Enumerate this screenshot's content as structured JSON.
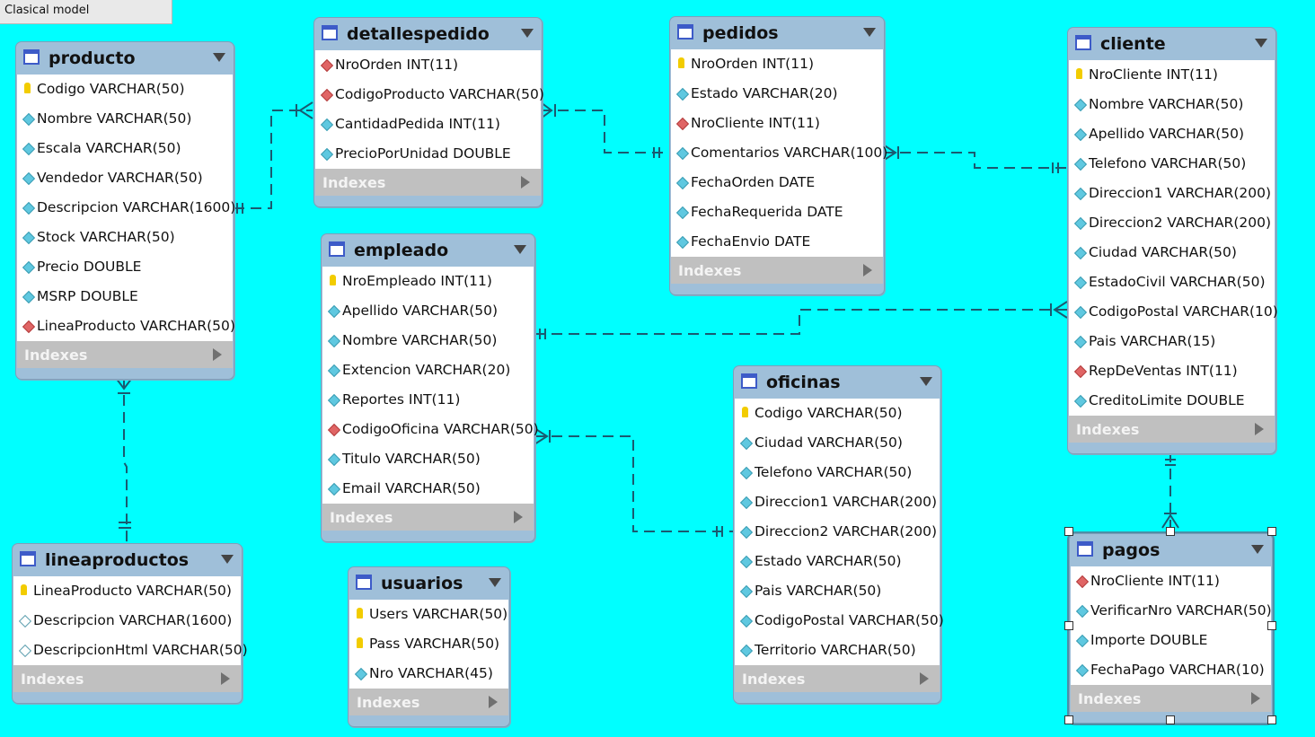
{
  "tab_title": "Clasical model",
  "indexes_label": "Indexes",
  "tables": {
    "producto": {
      "name": "producto",
      "columns": [
        {
          "text": "Codigo VARCHAR(50)",
          "icon": "pk"
        },
        {
          "text": "Nombre VARCHAR(50)",
          "icon": "nn"
        },
        {
          "text": "Escala VARCHAR(50)",
          "icon": "nn"
        },
        {
          "text": "Vendedor VARCHAR(50)",
          "icon": "nn"
        },
        {
          "text": "Descripcion VARCHAR(1600)",
          "icon": "nn"
        },
        {
          "text": "Stock VARCHAR(50)",
          "icon": "nn"
        },
        {
          "text": "Precio DOUBLE",
          "icon": "nn"
        },
        {
          "text": "MSRP DOUBLE",
          "icon": "nn"
        },
        {
          "text": "LineaProducto VARCHAR(50)",
          "icon": "fk"
        }
      ]
    },
    "detallespedido": {
      "name": "detallespedido",
      "columns": [
        {
          "text": "NroOrden INT(11)",
          "icon": "fk"
        },
        {
          "text": "CodigoProducto VARCHAR(50)",
          "icon": "fk"
        },
        {
          "text": "CantidadPedida INT(11)",
          "icon": "nn"
        },
        {
          "text": "PrecioPorUnidad DOUBLE",
          "icon": "nn"
        }
      ]
    },
    "pedidos": {
      "name": "pedidos",
      "columns": [
        {
          "text": "NroOrden INT(11)",
          "icon": "pk"
        },
        {
          "text": "Estado VARCHAR(20)",
          "icon": "nn"
        },
        {
          "text": "NroCliente INT(11)",
          "icon": "fk"
        },
        {
          "text": "Comentarios VARCHAR(100)",
          "icon": "nn"
        },
        {
          "text": "FechaOrden DATE",
          "icon": "nn"
        },
        {
          "text": "FechaRequerida DATE",
          "icon": "nn"
        },
        {
          "text": "FechaEnvio DATE",
          "icon": "nn"
        }
      ]
    },
    "cliente": {
      "name": "cliente",
      "columns": [
        {
          "text": "NroCliente INT(11)",
          "icon": "pk"
        },
        {
          "text": "Nombre VARCHAR(50)",
          "icon": "nn"
        },
        {
          "text": "Apellido VARCHAR(50)",
          "icon": "nn"
        },
        {
          "text": "Telefono VARCHAR(50)",
          "icon": "nn"
        },
        {
          "text": "Direccion1 VARCHAR(200)",
          "icon": "nn"
        },
        {
          "text": "Direccion2 VARCHAR(200)",
          "icon": "nn"
        },
        {
          "text": "Ciudad VARCHAR(50)",
          "icon": "nn"
        },
        {
          "text": "EstadoCivil VARCHAR(50)",
          "icon": "nn"
        },
        {
          "text": "CodigoPostal VARCHAR(10)",
          "icon": "nn"
        },
        {
          "text": "Pais VARCHAR(15)",
          "icon": "nn"
        },
        {
          "text": "RepDeVentas INT(11)",
          "icon": "fk"
        },
        {
          "text": "CreditoLimite DOUBLE",
          "icon": "nn"
        }
      ]
    },
    "empleado": {
      "name": "empleado",
      "columns": [
        {
          "text": "NroEmpleado INT(11)",
          "icon": "pk"
        },
        {
          "text": "Apellido VARCHAR(50)",
          "icon": "nn"
        },
        {
          "text": "Nombre VARCHAR(50)",
          "icon": "nn"
        },
        {
          "text": "Extencion VARCHAR(20)",
          "icon": "nn"
        },
        {
          "text": "Reportes INT(11)",
          "icon": "nn"
        },
        {
          "text": "CodigoOficina VARCHAR(50)",
          "icon": "fk"
        },
        {
          "text": "Titulo VARCHAR(50)",
          "icon": "nn"
        },
        {
          "text": "Email VARCHAR(50)",
          "icon": "nn"
        }
      ]
    },
    "oficinas": {
      "name": "oficinas",
      "columns": [
        {
          "text": "Codigo VARCHAR(50)",
          "icon": "pk"
        },
        {
          "text": "Ciudad VARCHAR(50)",
          "icon": "nn"
        },
        {
          "text": "Telefono VARCHAR(50)",
          "icon": "nn"
        },
        {
          "text": "Direccion1 VARCHAR(200)",
          "icon": "nn"
        },
        {
          "text": "Direccion2 VARCHAR(200)",
          "icon": "nn"
        },
        {
          "text": "Estado VARCHAR(50)",
          "icon": "nn"
        },
        {
          "text": "Pais VARCHAR(50)",
          "icon": "nn"
        },
        {
          "text": "CodigoPostal VARCHAR(50)",
          "icon": "nn"
        },
        {
          "text": "Territorio VARCHAR(50)",
          "icon": "nn"
        }
      ]
    },
    "lineaproductos": {
      "name": "lineaproductos",
      "columns": [
        {
          "text": "LineaProducto VARCHAR(50)",
          "icon": "pk"
        },
        {
          "text": "Descripcion VARCHAR(1600)",
          "icon": "no"
        },
        {
          "text": "DescripcionHtml VARCHAR(50)",
          "icon": "no"
        }
      ]
    },
    "usuarios": {
      "name": "usuarios",
      "columns": [
        {
          "text": "Users VARCHAR(50)",
          "icon": "pk"
        },
        {
          "text": "Pass VARCHAR(50)",
          "icon": "pk"
        },
        {
          "text": "Nro VARCHAR(45)",
          "icon": "nn"
        }
      ]
    },
    "pagos": {
      "name": "pagos",
      "columns": [
        {
          "text": "NroCliente INT(11)",
          "icon": "fk"
        },
        {
          "text": "VerificarNro VARCHAR(50)",
          "icon": "nn"
        },
        {
          "text": "Importe DOUBLE",
          "icon": "nn"
        },
        {
          "text": "FechaPago VARCHAR(10)",
          "icon": "nn"
        }
      ]
    }
  }
}
